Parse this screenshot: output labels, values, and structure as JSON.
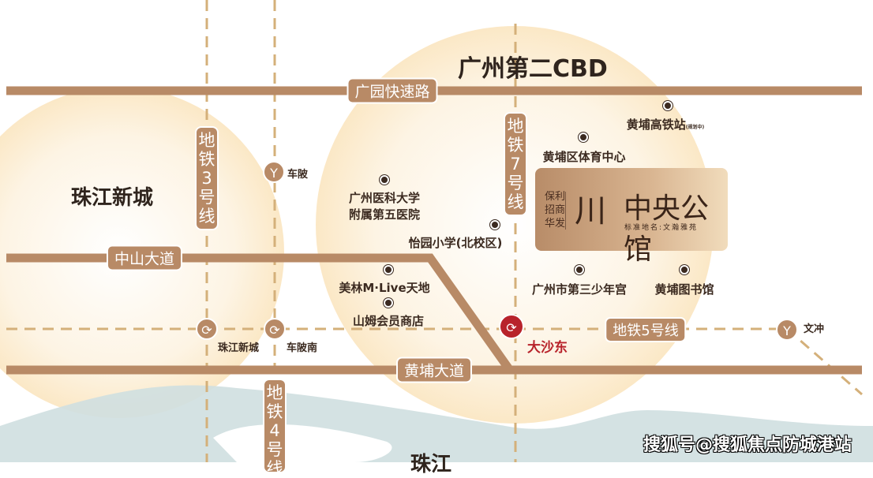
{
  "zones": {
    "cbd2": "广州第二CBD",
    "zhujiang_newtown": "珠江新城",
    "river": "珠江"
  },
  "roads": {
    "guangyuan": "广园快速路",
    "zhongshan": "中山大道",
    "huangpu": "黄埔大道"
  },
  "metro": {
    "line3": "地铁3号线",
    "line4": "地铁4号线",
    "line7": "地铁7号线",
    "line5": "地铁5号线"
  },
  "stations": {
    "chebei": "车陂",
    "zhujiang_xincheng": "珠江新城",
    "chebei_nan": "车陂南",
    "dashadong": "大沙东",
    "wenchong": "文冲"
  },
  "pois": {
    "hsr": "黄埔高铁站",
    "hsr_note": "(规划中)",
    "sports": "黄埔区体育中心",
    "hospital": "广州医科大学\n附属第五医院",
    "school": "怡园小学(北校区)",
    "mall": "美林M·Live天地",
    "sams": "山姆会员商店",
    "youth_palace": "广州市第三少年宫",
    "library": "黄埔图书馆"
  },
  "project": {
    "developers": "保利\n招商\n华发",
    "logo": "川",
    "name": "中央公馆",
    "sub": "标准地名:文瀚雅苑"
  },
  "watermark": "搜狐号@搜狐焦点防城港站",
  "colors": {
    "road": "#b88a66",
    "metro": "#d4b07a",
    "station_red": "#b8232b",
    "river": "#cfdfe0",
    "halo": "#fbe9c8"
  }
}
